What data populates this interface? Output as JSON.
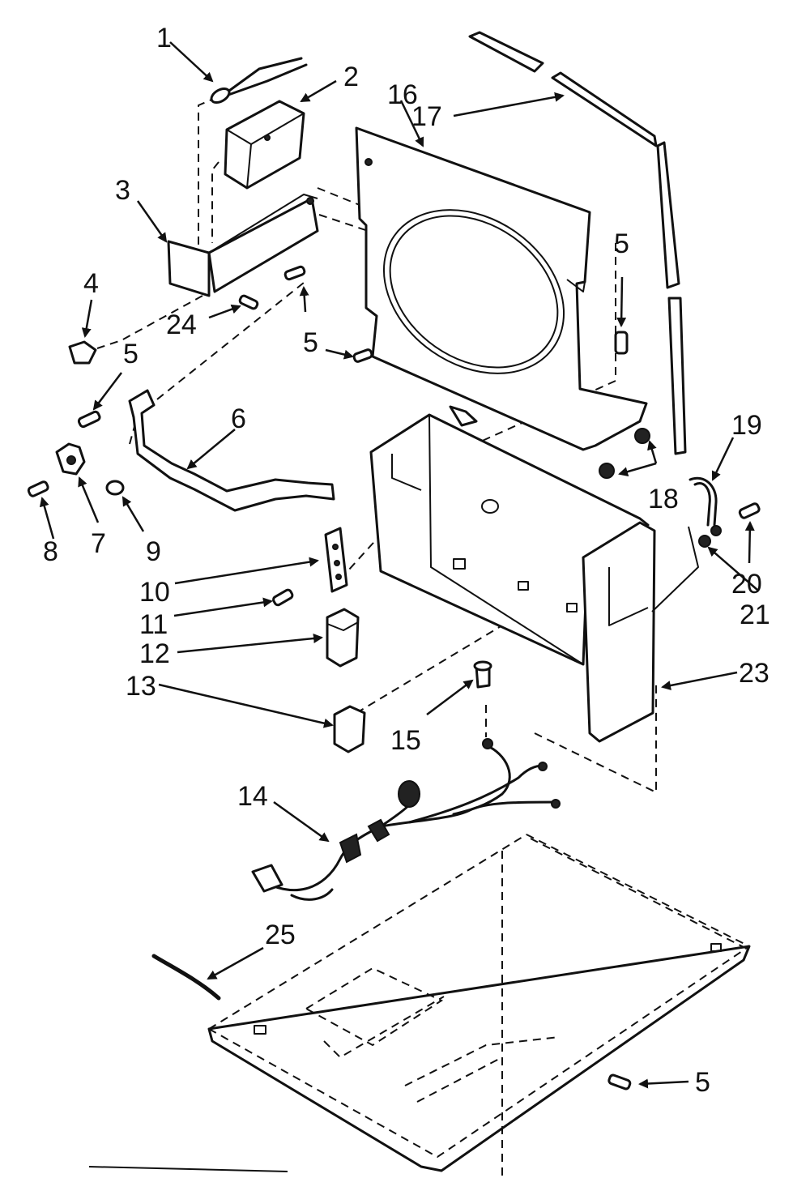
{
  "callouts": {
    "p1": "1",
    "p2": "2",
    "p3": "3",
    "p4": "4",
    "p5a": "5",
    "p5b": "5",
    "p5c": "5",
    "p5d": "5",
    "p6": "6",
    "p7": "7",
    "p8": "8",
    "p9": "9",
    "p10": "10",
    "p11": "11",
    "p12": "12",
    "p13": "13",
    "p14": "14",
    "p15": "15",
    "p16": "16",
    "p17": "17",
    "p18": "18",
    "p19": "19",
    "p20": "20",
    "p21": "21",
    "p23": "23",
    "p24": "24",
    "p25": "25"
  }
}
